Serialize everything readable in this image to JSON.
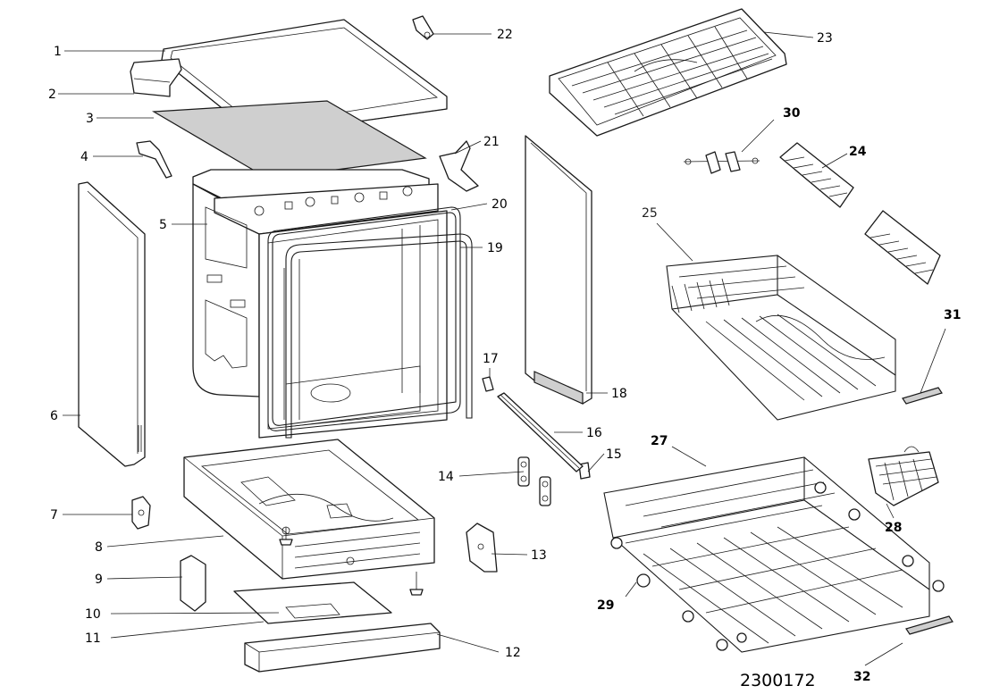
{
  "diagram": {
    "drawing_number": "2300172",
    "labels": {
      "p1": "1",
      "p2": "2",
      "p3": "3",
      "p4": "4",
      "p5": "5",
      "p6": "6",
      "p7": "7",
      "p8": "8",
      "p9": "9",
      "p10": "10",
      "p11": "11",
      "p12": "12",
      "p13": "13",
      "p14": "14",
      "p15": "15",
      "p16": "16",
      "p17": "17",
      "p18": "18",
      "p19": "19",
      "p20": "20",
      "p21": "21",
      "p22": "22",
      "p23": "23",
      "p24": "24",
      "p25": "25",
      "p27": "27",
      "p28": "28",
      "p29": "29",
      "p30": "30",
      "p31": "31",
      "p32": "32"
    }
  }
}
